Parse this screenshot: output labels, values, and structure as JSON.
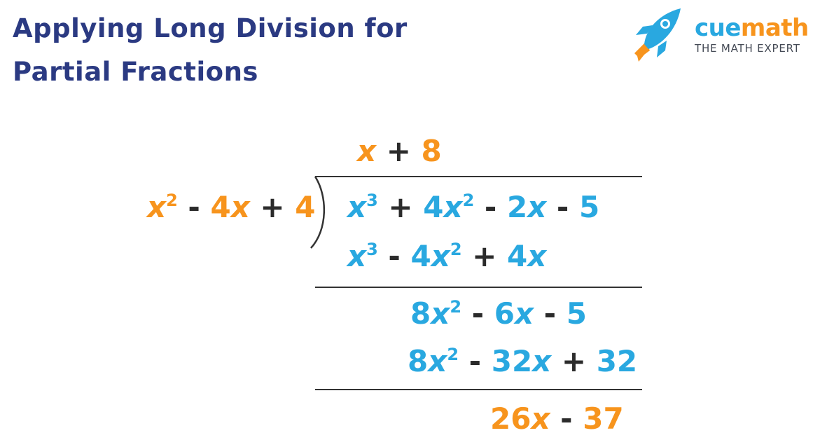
{
  "title": {
    "line1": "Applying Long Division for",
    "line2": "Partial Fractions"
  },
  "brand": {
    "word_cue": "cue",
    "word_math": "math",
    "tagline": "THE MATH EXPERT",
    "colors": {
      "blue": "#29a8e0",
      "orange": "#f7941d",
      "navy": "#2b3a82"
    }
  },
  "division": {
    "quotient": {
      "t1": "x",
      "op1": " + ",
      "t2": "8"
    },
    "divisor": {
      "t1": "x",
      "e1": "2",
      "op1": " - ",
      "t2c": "4",
      "t2v": "x",
      "op2": " + ",
      "t3": "4"
    },
    "dividend": {
      "t1": "x",
      "e1": "3",
      "op1": " + ",
      "t2c": "4",
      "t2v": "x",
      "e2": "2",
      "op2": " - ",
      "t3c": "2",
      "t3v": "x",
      "op3": " - ",
      "t4": "5"
    },
    "subtract1": {
      "t1": "x",
      "e1": "3",
      "op1": " - ",
      "t2c": "4",
      "t2v": "x",
      "e2": "2",
      "op2": " + ",
      "t3c": "4",
      "t3v": "x"
    },
    "remainder1": {
      "t1c": "8",
      "t1v": "x",
      "e1": "2",
      "op1": " - ",
      "t2c": "6",
      "t2v": "x",
      "op2": " - ",
      "t3": "5"
    },
    "subtract2": {
      "t1c": "8",
      "t1v": "x",
      "e1": "2",
      "op1": " - ",
      "t2c": "32",
      "t2v": "x",
      "op2": " + ",
      "t3": "32"
    },
    "remainder": {
      "t1c": "26",
      "t1v": "x",
      "op1": " - ",
      "t2": "37"
    }
  }
}
